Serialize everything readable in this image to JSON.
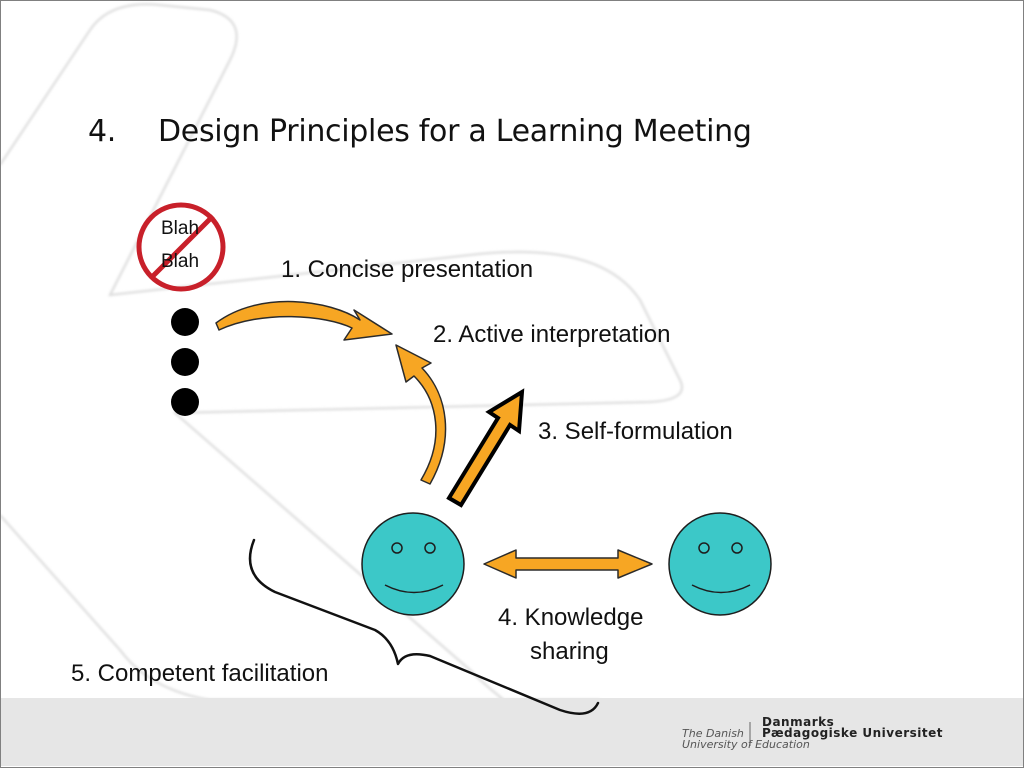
{
  "slide": {
    "title_number": "4.",
    "title_text": "Design Principles for a Learning Meeting"
  },
  "no_blah_sign": {
    "line1": "Blah",
    "line2": "Blah"
  },
  "principles": {
    "p1": "1. Concise presentation",
    "p2": "2. Active interpretation",
    "p3": "3. Self-formulation",
    "p4_line1": "4. Knowledge",
    "p4_line2": "sharing",
    "p5": "5. Competent facilitation"
  },
  "logo": {
    "line1": "Danmarks",
    "line2": "Pædagogiske Universitet",
    "english1": "The Danish",
    "english2": "University of Education"
  },
  "colors": {
    "arrow_orange": "#f7a623",
    "smiley_teal": "#3cc8c8",
    "prohibition_red": "#c8202a",
    "footer_band": "#e6e6e6"
  }
}
